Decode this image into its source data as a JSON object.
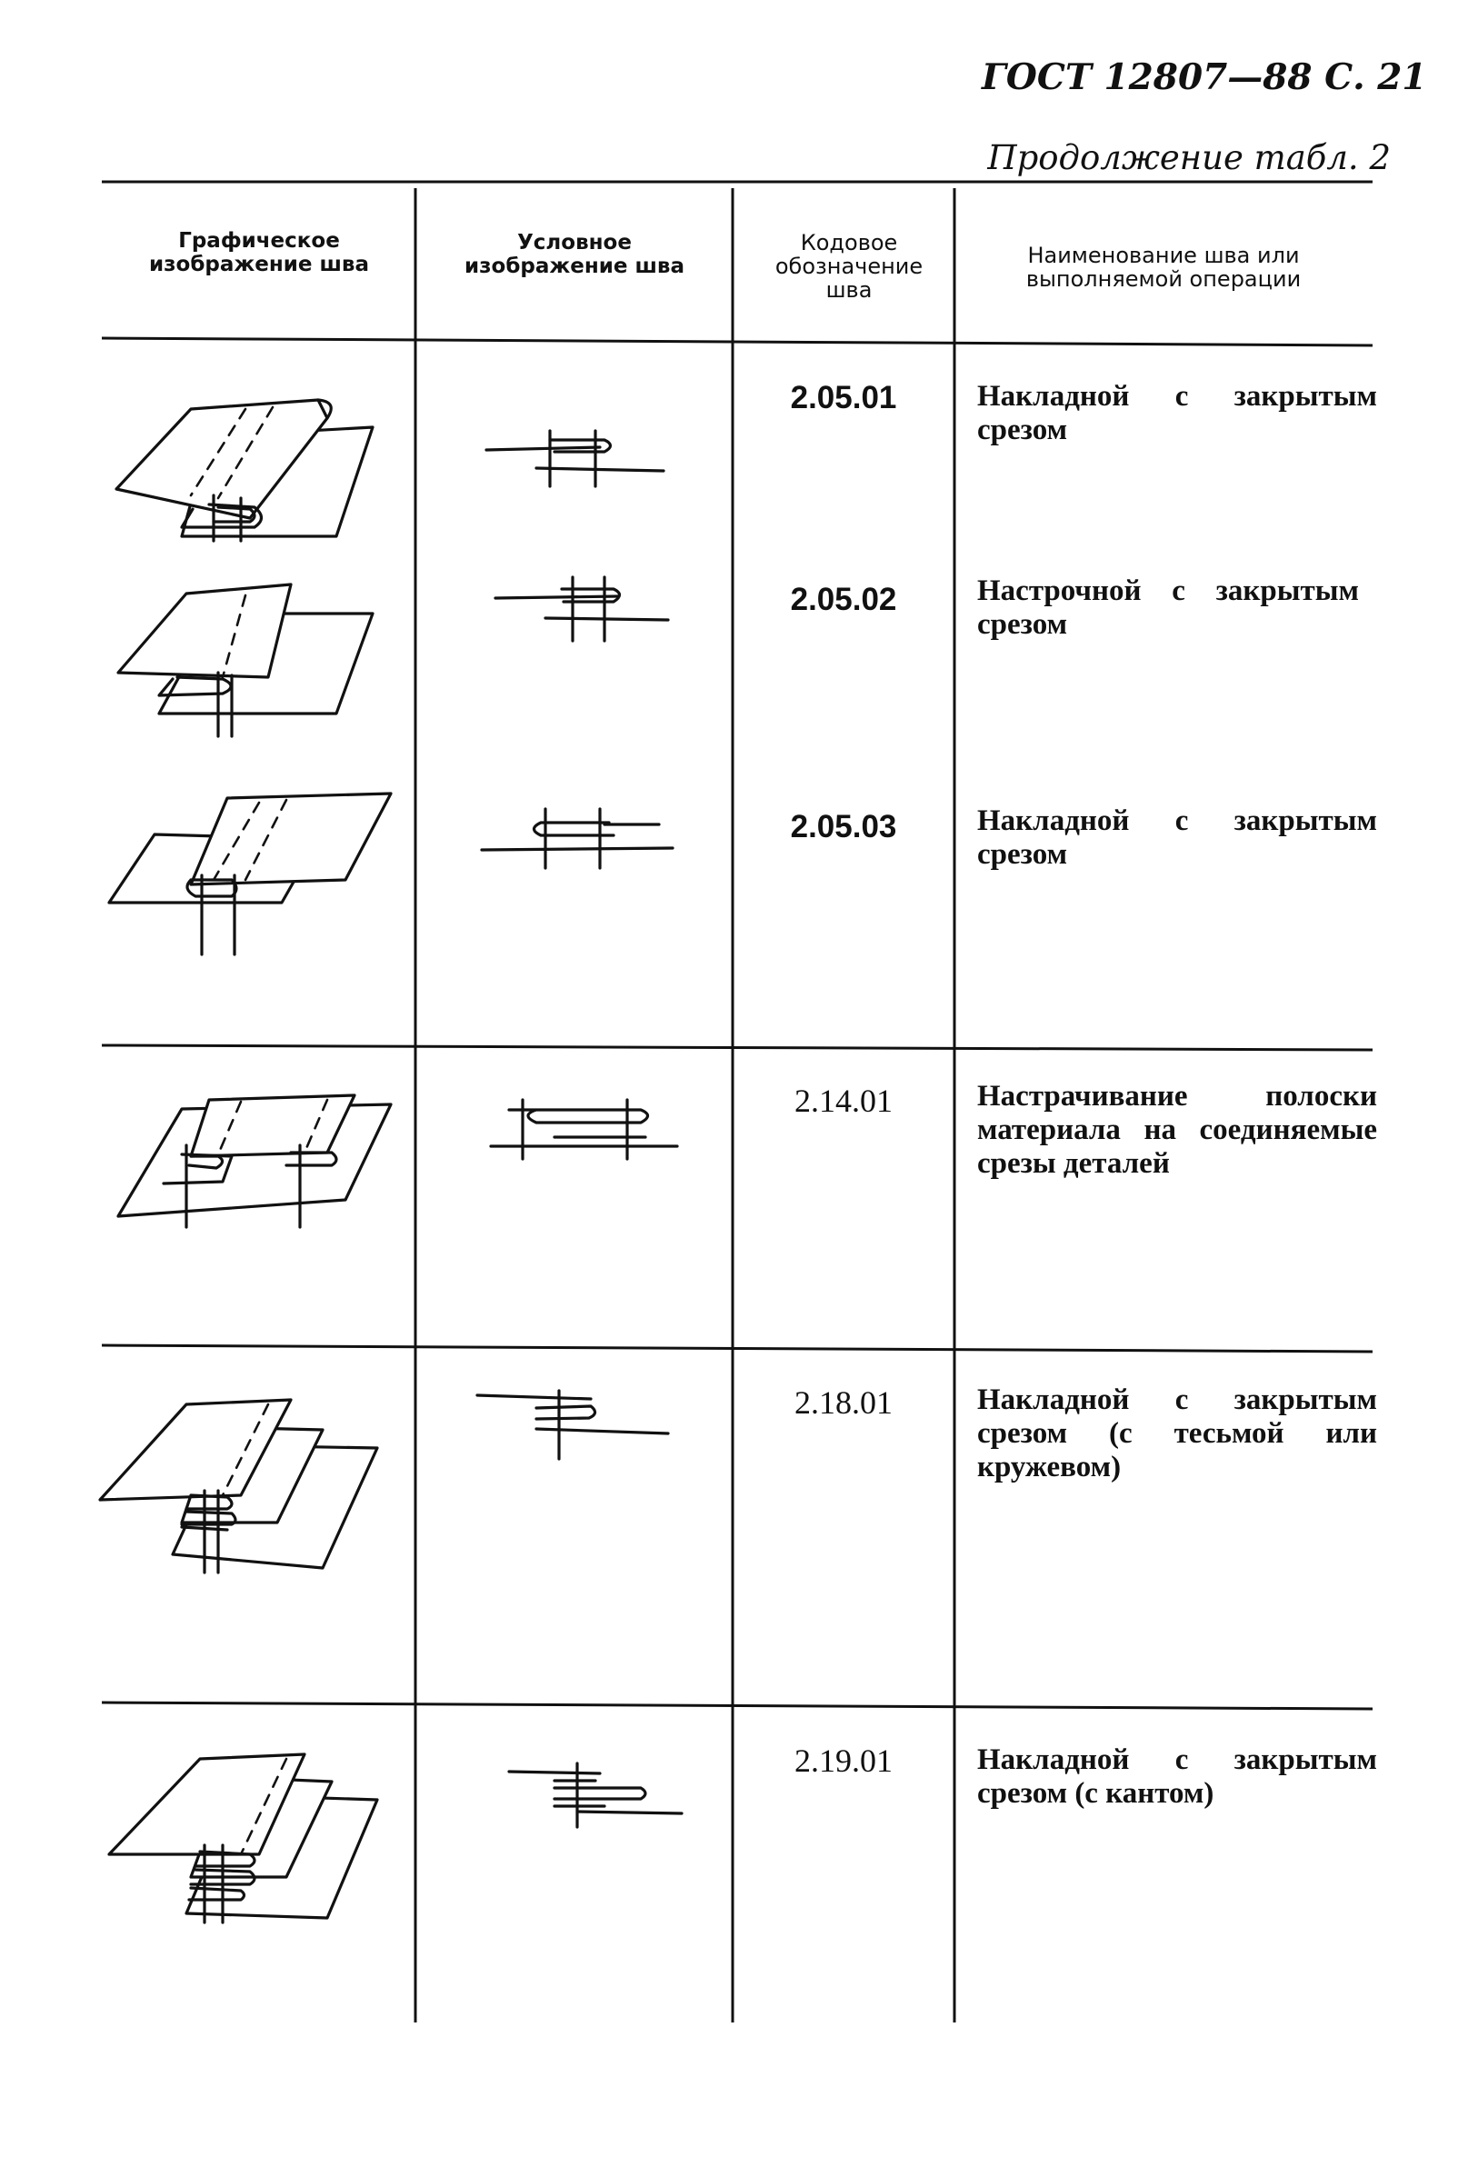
{
  "page_header": "ГОСТ 12807—88 С. 21",
  "continuation": "Продолжение табл. 2",
  "columns": {
    "graphic": "Графическое изображение шва",
    "symbol": "Условное изображение шва",
    "code": "Кодовое обозначение шва",
    "name": "Наименование шва или выполняемой операции"
  },
  "rows": [
    {
      "code": "2.05.01",
      "name": "Накладной с закрытым срезом",
      "graphic_icon": "overlap-seam-closed-edge-icon",
      "symbol_icon": "seam-symbol-icon"
    },
    {
      "code": "2.05.02",
      "name": "Настрочной с закрытым срезом",
      "graphic_icon": "topstitched-seam-closed-edge-icon",
      "symbol_icon": "seam-symbol-icon"
    },
    {
      "code": "2.05.03",
      "name": "Накладной с закрытым срезом",
      "graphic_icon": "overlap-seam-closed-edge-icon",
      "symbol_icon": "seam-symbol-icon"
    },
    {
      "code": "2.14.01",
      "name": "Настрачивание полоски материала на соединяемые срезы деталей",
      "graphic_icon": "strip-stitching-icon",
      "symbol_icon": "seam-symbol-icon"
    },
    {
      "code": "2.18.01",
      "name": "Накладной с закрытым срезом (с тесьмой или кружевом)",
      "graphic_icon": "overlap-seam-with-tape-icon",
      "symbol_icon": "seam-symbol-icon"
    },
    {
      "code": "2.19.01",
      "name": "Накладной с закрытым срезом (с кантом)",
      "graphic_icon": "overlap-seam-with-piping-icon",
      "symbol_icon": "seam-symbol-icon"
    }
  ]
}
